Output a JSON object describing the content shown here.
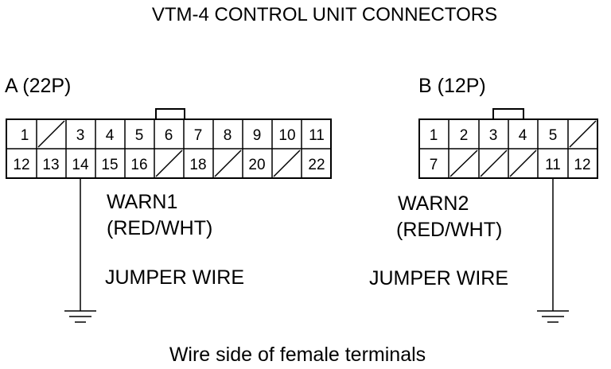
{
  "title": "VTM-4 CONTROL UNIT CONNECTORS",
  "caption": "Wire side of female terminals",
  "connector_a": {
    "label": "A (22P)",
    "row1": [
      "1",
      "",
      "3",
      "4",
      "5",
      "6",
      "7",
      "8",
      "9",
      "10",
      "11"
    ],
    "row2": [
      "12",
      "13",
      "14",
      "15",
      "16",
      "",
      "18",
      "",
      "20",
      "",
      "22"
    ],
    "wire_terminal": "14",
    "wire_label_line1": "WARN1",
    "wire_label_line2": "(RED/WHT)",
    "jumper_label": "JUMPER WIRE"
  },
  "connector_b": {
    "label": "B (12P)",
    "row1": [
      "1",
      "2",
      "3",
      "4",
      "5",
      ""
    ],
    "row2": [
      "7",
      "",
      "",
      "",
      "11",
      "12"
    ],
    "wire_terminal": "11",
    "wire_label_line1": "WARN2",
    "wire_label_line2": "(RED/WHT)",
    "jumper_label": "JUMPER WIRE"
  }
}
